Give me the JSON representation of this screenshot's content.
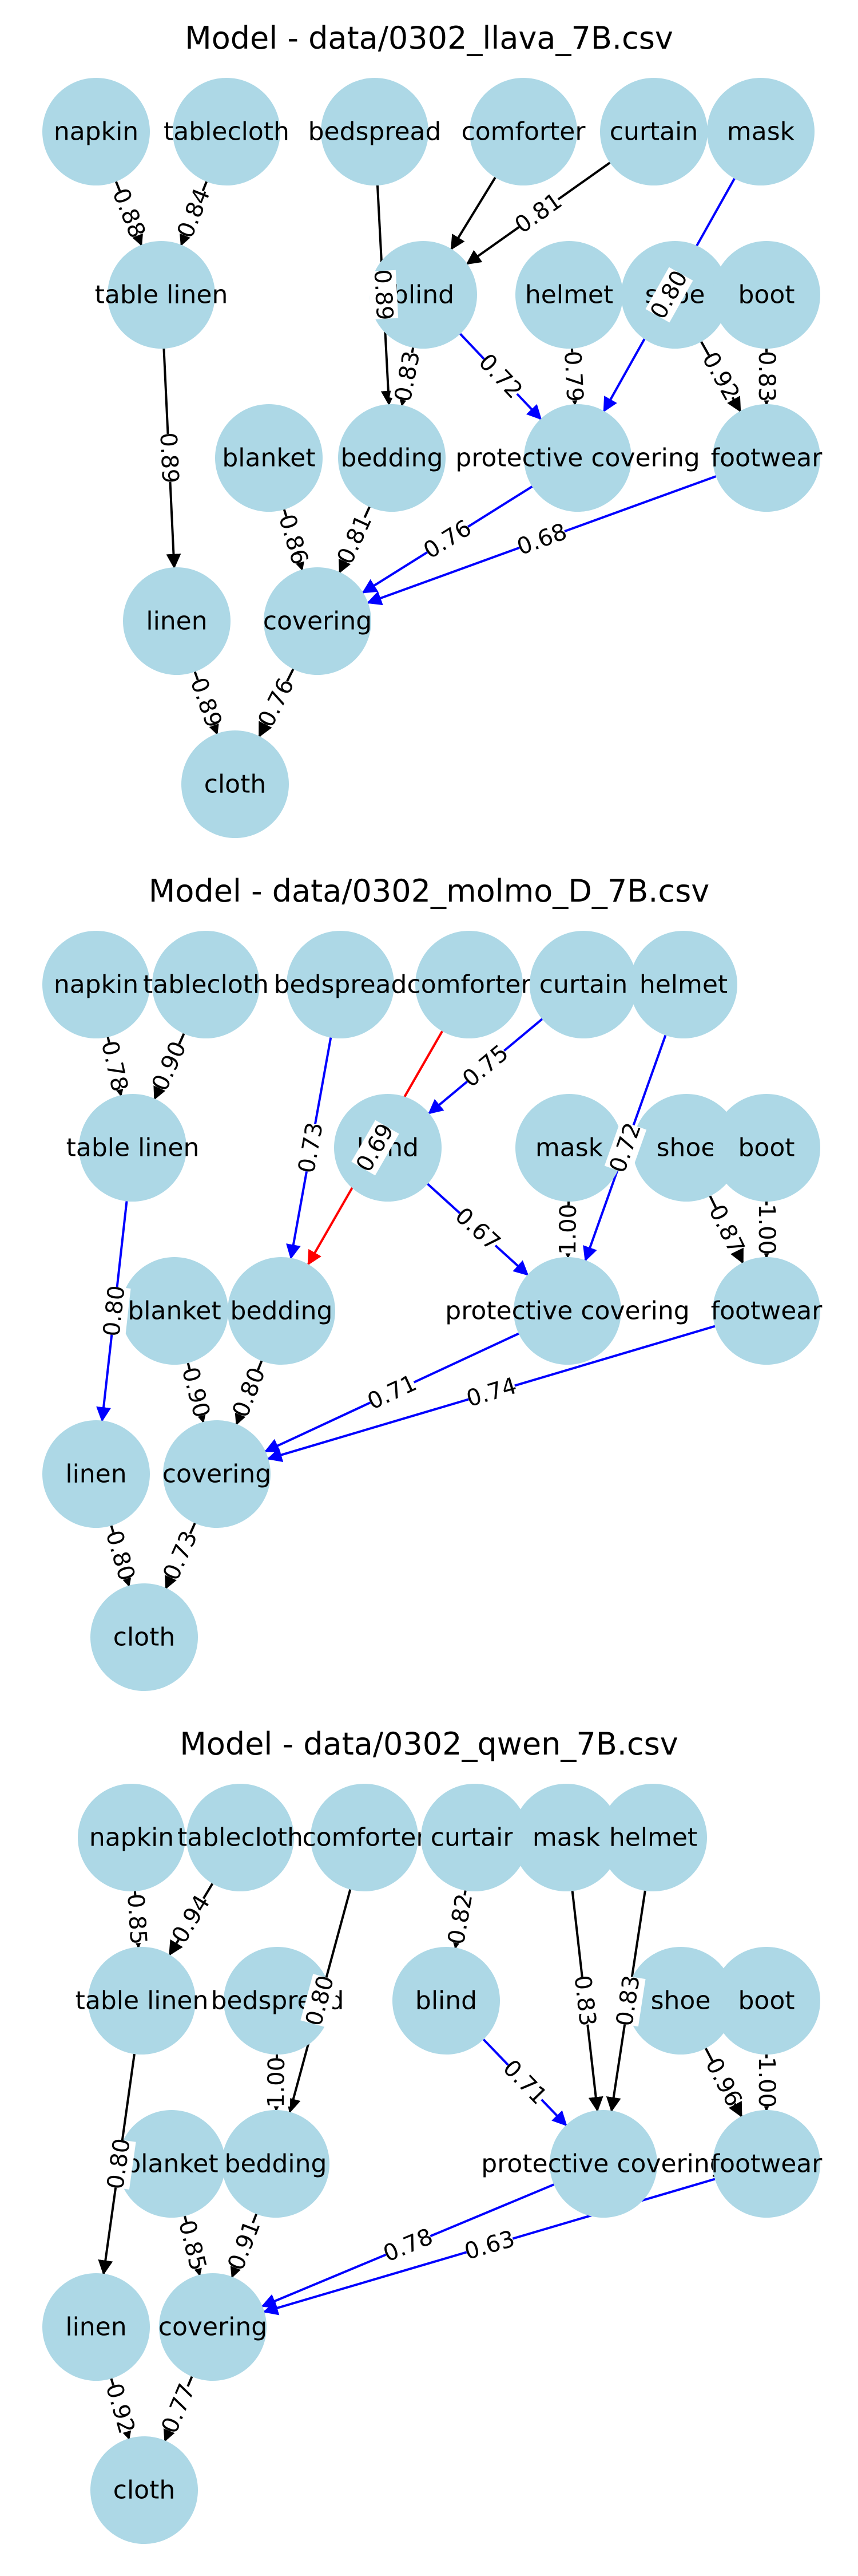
{
  "colors": {
    "node_fill": "#add8e6",
    "edge_black": "#000000",
    "edge_blue": "#0000ff",
    "edge_red": "#ff0000"
  },
  "graphs": [
    {
      "title": "Model - data/0302_llava_7B.csv",
      "nodes": [
        "napkin",
        "tablecloth",
        "bedspread",
        "comforter",
        "curtain",
        "mask",
        "table linen",
        "blind",
        "helmet",
        "shoe",
        "boot",
        "blanket",
        "bedding",
        "protective covering",
        "footwear",
        "linen",
        "covering",
        "cloth"
      ],
      "edges": [
        {
          "from": "napkin",
          "to": "table linen",
          "label": "0.88",
          "color": "black"
        },
        {
          "from": "tablecloth",
          "to": "table linen",
          "label": "0.84",
          "color": "black"
        },
        {
          "from": "table linen",
          "to": "linen",
          "label": "0.89",
          "color": "black"
        },
        {
          "from": "bedspread",
          "to": "bedding",
          "label": "0.89",
          "color": "black"
        },
        {
          "from": "comforter",
          "to": "blind",
          "label": "",
          "color": "black"
        },
        {
          "from": "curtain",
          "to": "blind",
          "label": "0.81",
          "color": "black"
        },
        {
          "from": "blind",
          "to": "bedding",
          "label": "0.83",
          "color": "black"
        },
        {
          "from": "blind",
          "to": "protective covering",
          "label": "0.72",
          "color": "blue"
        },
        {
          "from": "mask",
          "to": "protective covering",
          "label": "0.80",
          "color": "blue"
        },
        {
          "from": "helmet",
          "to": "protective covering",
          "label": "0.79",
          "color": "black"
        },
        {
          "from": "shoe",
          "to": "footwear",
          "label": "0.92",
          "color": "black"
        },
        {
          "from": "boot",
          "to": "footwear",
          "label": "0.83",
          "color": "black"
        },
        {
          "from": "blanket",
          "to": "covering",
          "label": "0.86",
          "color": "black"
        },
        {
          "from": "bedding",
          "to": "covering",
          "label": "0.81",
          "color": "black"
        },
        {
          "from": "protective covering",
          "to": "covering",
          "label": "0.76",
          "color": "blue"
        },
        {
          "from": "footwear",
          "to": "covering",
          "label": "0.68",
          "color": "blue"
        },
        {
          "from": "linen",
          "to": "cloth",
          "label": "0.89",
          "color": "black"
        },
        {
          "from": "covering",
          "to": "cloth",
          "label": "0.76",
          "color": "black"
        }
      ]
    },
    {
      "title": "Model - data/0302_molmo_D_7B.csv",
      "nodes": [
        "napkin",
        "tablecloth",
        "bedspread",
        "comforter",
        "curtain",
        "helmet",
        "table linen",
        "blind",
        "mask",
        "shoe",
        "boot",
        "blanket",
        "bedding",
        "protective covering",
        "footwear",
        "linen",
        "covering",
        "cloth"
      ],
      "edges": [
        {
          "from": "napkin",
          "to": "table linen",
          "label": "0.78",
          "color": "black"
        },
        {
          "from": "tablecloth",
          "to": "table linen",
          "label": "0.90",
          "color": "black"
        },
        {
          "from": "table linen",
          "to": "linen",
          "label": "0.80",
          "color": "blue"
        },
        {
          "from": "bedspread",
          "to": "bedding",
          "label": "0.73",
          "color": "blue"
        },
        {
          "from": "comforter",
          "to": "bedding",
          "label": "0.69",
          "color": "red"
        },
        {
          "from": "curtain",
          "to": "blind",
          "label": "0.75",
          "color": "blue"
        },
        {
          "from": "blind",
          "to": "protective covering",
          "label": "0.67",
          "color": "blue"
        },
        {
          "from": "helmet",
          "to": "protective covering",
          "label": "0.72",
          "color": "blue"
        },
        {
          "from": "mask",
          "to": "protective covering",
          "label": "1.00",
          "color": "black"
        },
        {
          "from": "shoe",
          "to": "footwear",
          "label": "0.87",
          "color": "black"
        },
        {
          "from": "boot",
          "to": "footwear",
          "label": "1.00",
          "color": "black"
        },
        {
          "from": "blanket",
          "to": "covering",
          "label": "0.90",
          "color": "black"
        },
        {
          "from": "bedding",
          "to": "covering",
          "label": "0.80",
          "color": "black"
        },
        {
          "from": "protective covering",
          "to": "covering",
          "label": "0.71",
          "color": "blue"
        },
        {
          "from": "footwear",
          "to": "covering",
          "label": "0.74",
          "color": "blue"
        },
        {
          "from": "linen",
          "to": "cloth",
          "label": "0.80",
          "color": "black"
        },
        {
          "from": "covering",
          "to": "cloth",
          "label": "0.73",
          "color": "black"
        }
      ]
    },
    {
      "title": "Model - data/0302_qwen_7B.csv",
      "nodes": [
        "napkin",
        "tablecloth",
        "comforter",
        "curtain",
        "mask",
        "helmet",
        "table linen",
        "bedspread",
        "blind",
        "shoe",
        "boot",
        "blanket",
        "bedding",
        "protective covering",
        "footwear",
        "linen",
        "covering",
        "cloth"
      ],
      "edges": [
        {
          "from": "napkin",
          "to": "table linen",
          "label": "0.85",
          "color": "black"
        },
        {
          "from": "tablecloth",
          "to": "table linen",
          "label": "0.94",
          "color": "black"
        },
        {
          "from": "table linen",
          "to": "linen",
          "label": "0.80",
          "color": "black"
        },
        {
          "from": "comforter",
          "to": "bedding",
          "label": "0.80",
          "color": "black"
        },
        {
          "from": "bedspread",
          "to": "bedding",
          "label": "1.00",
          "color": "black"
        },
        {
          "from": "curtain",
          "to": "blind",
          "label": "0.82",
          "color": "black"
        },
        {
          "from": "blind",
          "to": "protective covering",
          "label": "0.71",
          "color": "blue"
        },
        {
          "from": "mask",
          "to": "protective covering",
          "label": "0.83",
          "color": "black"
        },
        {
          "from": "helmet",
          "to": "protective covering",
          "label": "0.83",
          "color": "black"
        },
        {
          "from": "shoe",
          "to": "footwear",
          "label": "0.96",
          "color": "black"
        },
        {
          "from": "boot",
          "to": "footwear",
          "label": "1.00",
          "color": "black"
        },
        {
          "from": "blanket",
          "to": "covering",
          "label": "0.85",
          "color": "black"
        },
        {
          "from": "bedding",
          "to": "covering",
          "label": "0.91",
          "color": "black"
        },
        {
          "from": "protective covering",
          "to": "covering",
          "label": "0.78",
          "color": "blue"
        },
        {
          "from": "footwear",
          "to": "covering",
          "label": "0.63",
          "color": "blue"
        },
        {
          "from": "linen",
          "to": "cloth",
          "label": "0.92",
          "color": "black"
        },
        {
          "from": "covering",
          "to": "cloth",
          "label": "0.77",
          "color": "black"
        }
      ]
    }
  ]
}
